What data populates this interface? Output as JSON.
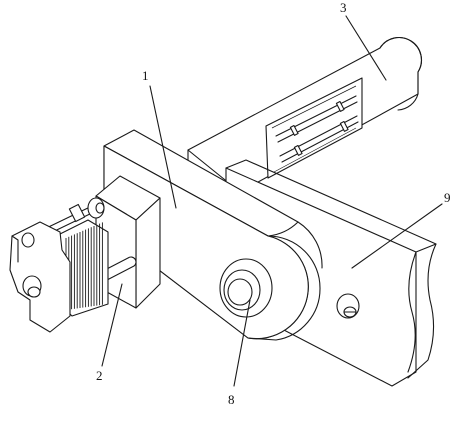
{
  "labels": {
    "part_1": "1",
    "part_2": "2",
    "part_3": "3",
    "part_8": "8",
    "part_9": "9"
  }
}
